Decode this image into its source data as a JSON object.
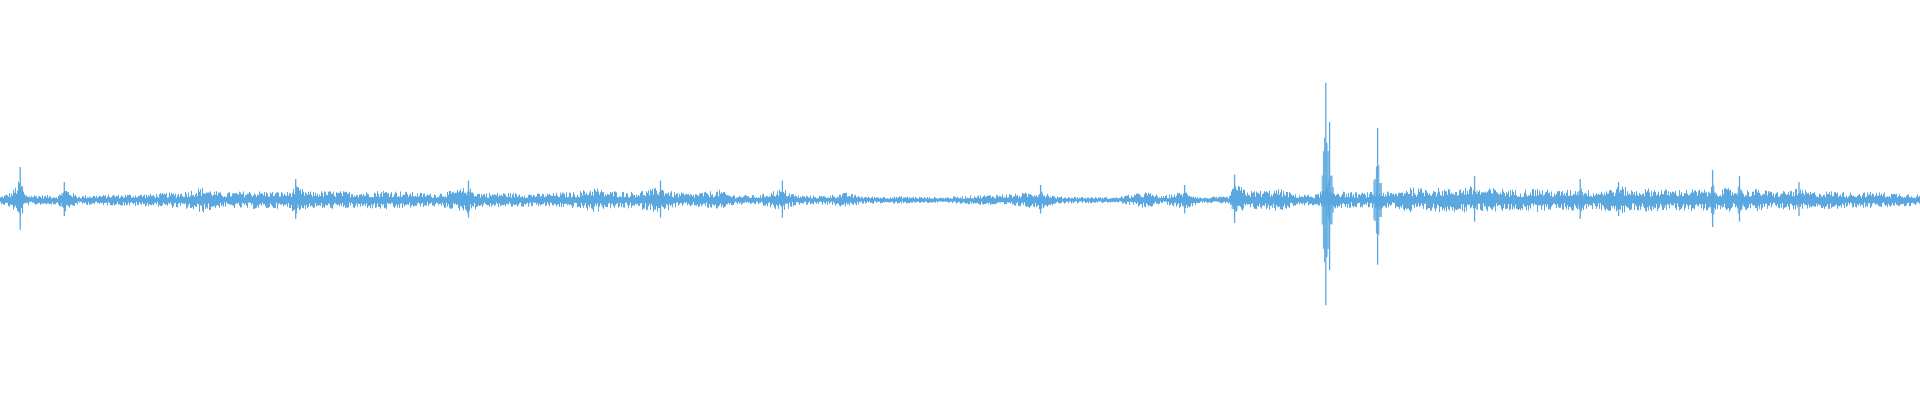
{
  "waveform": {
    "color": "#5ba7e0",
    "amplitude_envelope": [
      [
        0.0,
        0.04
      ],
      [
        0.006,
        0.09
      ],
      [
        0.01,
        0.22
      ],
      [
        0.013,
        0.06
      ],
      [
        0.03,
        0.05
      ],
      [
        0.034,
        0.13
      ],
      [
        0.04,
        0.05
      ],
      [
        0.06,
        0.06
      ],
      [
        0.08,
        0.07
      ],
      [
        0.095,
        0.09
      ],
      [
        0.105,
        0.14
      ],
      [
        0.115,
        0.08
      ],
      [
        0.13,
        0.1
      ],
      [
        0.15,
        0.09
      ],
      [
        0.154,
        0.15
      ],
      [
        0.16,
        0.09
      ],
      [
        0.17,
        0.1
      ],
      [
        0.19,
        0.09
      ],
      [
        0.2,
        0.11
      ],
      [
        0.225,
        0.07
      ],
      [
        0.235,
        0.1
      ],
      [
        0.243,
        0.14
      ],
      [
        0.25,
        0.08
      ],
      [
        0.265,
        0.08
      ],
      [
        0.28,
        0.07
      ],
      [
        0.3,
        0.09
      ],
      [
        0.31,
        0.14
      ],
      [
        0.315,
        0.09
      ],
      [
        0.32,
        0.1
      ],
      [
        0.33,
        0.09
      ],
      [
        0.345,
        0.14
      ],
      [
        0.35,
        0.09
      ],
      [
        0.36,
        0.07
      ],
      [
        0.375,
        0.11
      ],
      [
        0.38,
        0.06
      ],
      [
        0.395,
        0.05
      ],
      [
        0.407,
        0.13
      ],
      [
        0.415,
        0.05
      ],
      [
        0.43,
        0.05
      ],
      [
        0.44,
        0.08
      ],
      [
        0.45,
        0.04
      ],
      [
        0.47,
        0.04
      ],
      [
        0.49,
        0.03
      ],
      [
        0.505,
        0.05
      ],
      [
        0.53,
        0.07
      ],
      [
        0.542,
        0.1
      ],
      [
        0.55,
        0.04
      ],
      [
        0.58,
        0.03
      ],
      [
        0.597,
        0.09
      ],
      [
        0.605,
        0.04
      ],
      [
        0.617,
        0.1
      ],
      [
        0.625,
        0.03
      ],
      [
        0.64,
        0.04
      ],
      [
        0.643,
        0.18
      ],
      [
        0.65,
        0.1
      ],
      [
        0.66,
        0.11
      ],
      [
        0.667,
        0.12
      ],
      [
        0.675,
        0.06
      ],
      [
        0.685,
        0.06
      ],
      [
        0.69,
        0.13
      ],
      [
        0.7,
        0.09
      ],
      [
        0.71,
        0.08
      ],
      [
        0.72,
        0.1
      ],
      [
        0.725,
        0.08
      ],
      [
        0.73,
        0.11
      ],
      [
        0.734,
        0.16
      ],
      [
        0.737,
        0.12
      ],
      [
        0.745,
        0.14
      ],
      [
        0.755,
        0.12
      ],
      [
        0.765,
        0.15
      ],
      [
        0.77,
        0.12
      ],
      [
        0.78,
        0.13
      ],
      [
        0.79,
        0.11
      ],
      [
        0.8,
        0.13
      ],
      [
        0.81,
        0.1
      ],
      [
        0.82,
        0.12
      ],
      [
        0.83,
        0.1
      ],
      [
        0.845,
        0.15
      ],
      [
        0.85,
        0.11
      ],
      [
        0.86,
        0.13
      ],
      [
        0.87,
        0.11
      ],
      [
        0.88,
        0.12
      ],
      [
        0.89,
        0.11
      ],
      [
        0.9,
        0.13
      ],
      [
        0.905,
        0.1
      ],
      [
        0.915,
        0.12
      ],
      [
        0.925,
        0.09
      ],
      [
        0.935,
        0.12
      ],
      [
        0.945,
        0.09
      ],
      [
        0.955,
        0.1
      ],
      [
        0.965,
        0.08
      ],
      [
        0.975,
        0.09
      ],
      [
        0.985,
        0.08
      ],
      [
        0.995,
        0.07
      ],
      [
        1.0,
        0.06
      ]
    ],
    "spikes": [
      [
        0.0105,
        0.22
      ],
      [
        0.0335,
        0.12
      ],
      [
        0.154,
        0.14
      ],
      [
        0.244,
        0.13
      ],
      [
        0.344,
        0.13
      ],
      [
        0.4075,
        0.13
      ],
      [
        0.542,
        0.1
      ],
      [
        0.617,
        0.1
      ],
      [
        0.643,
        0.17
      ],
      [
        0.6905,
        0.78
      ],
      [
        0.6925,
        0.52
      ],
      [
        0.7175,
        0.48
      ],
      [
        0.768,
        0.16
      ],
      [
        0.823,
        0.14
      ],
      [
        0.843,
        0.12
      ],
      [
        0.892,
        0.2
      ],
      [
        0.906,
        0.16
      ],
      [
        0.937,
        0.12
      ]
    ]
  }
}
